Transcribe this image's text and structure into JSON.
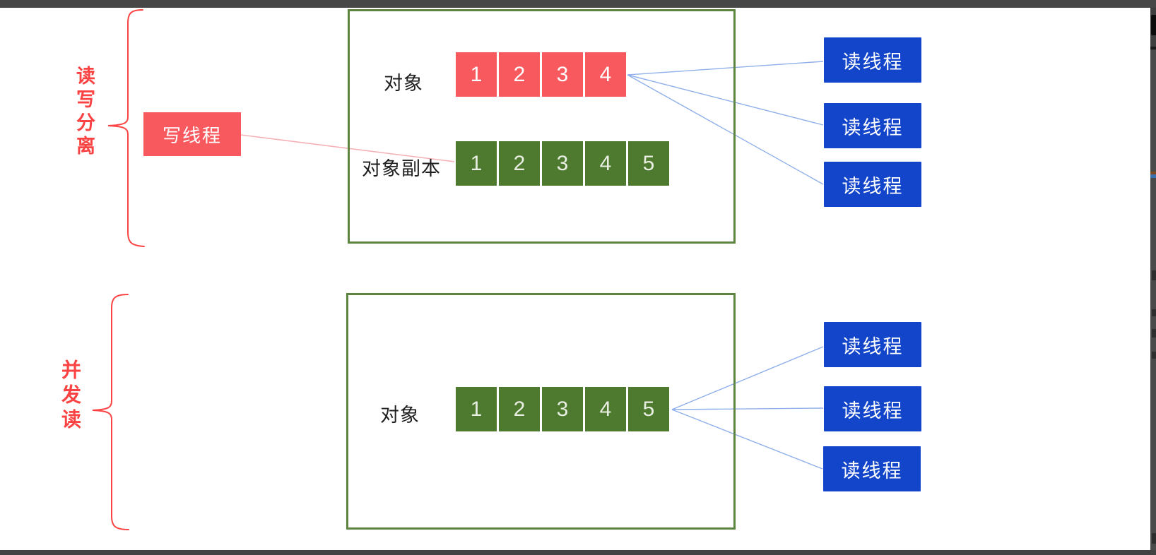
{
  "colors": {
    "canvas": "#ffffff",
    "frame_top": "#474747",
    "frame_bottom": "#424242",
    "frame_right": "#4a4a4a",
    "red_accent": "#fb4343",
    "coral": "#f8595e",
    "green_cell": "#4e7a2f",
    "green_cell_text": "#e9efe2",
    "green_border": "#5d8440",
    "blue_box": "#1245c9",
    "blue_line": "#8fafea",
    "pink_line": "#f6a9b0",
    "label_text": "#1f1f1f"
  },
  "sections": [
    {
      "name": "读写分离",
      "write_thread": "写线程",
      "object_label": "对象",
      "object_cells": [
        "1",
        "2",
        "3",
        "4"
      ],
      "copy_label": "对象副本",
      "copy_cells": [
        "1",
        "2",
        "3",
        "4",
        "5"
      ],
      "readers": [
        "读线程",
        "读线程",
        "读线程"
      ]
    },
    {
      "name": "并发读",
      "object_label": "对象",
      "object_cells": [
        "1",
        "2",
        "3",
        "4",
        "5"
      ],
      "readers": [
        "读线程",
        "读线程",
        "读线程"
      ]
    }
  ]
}
